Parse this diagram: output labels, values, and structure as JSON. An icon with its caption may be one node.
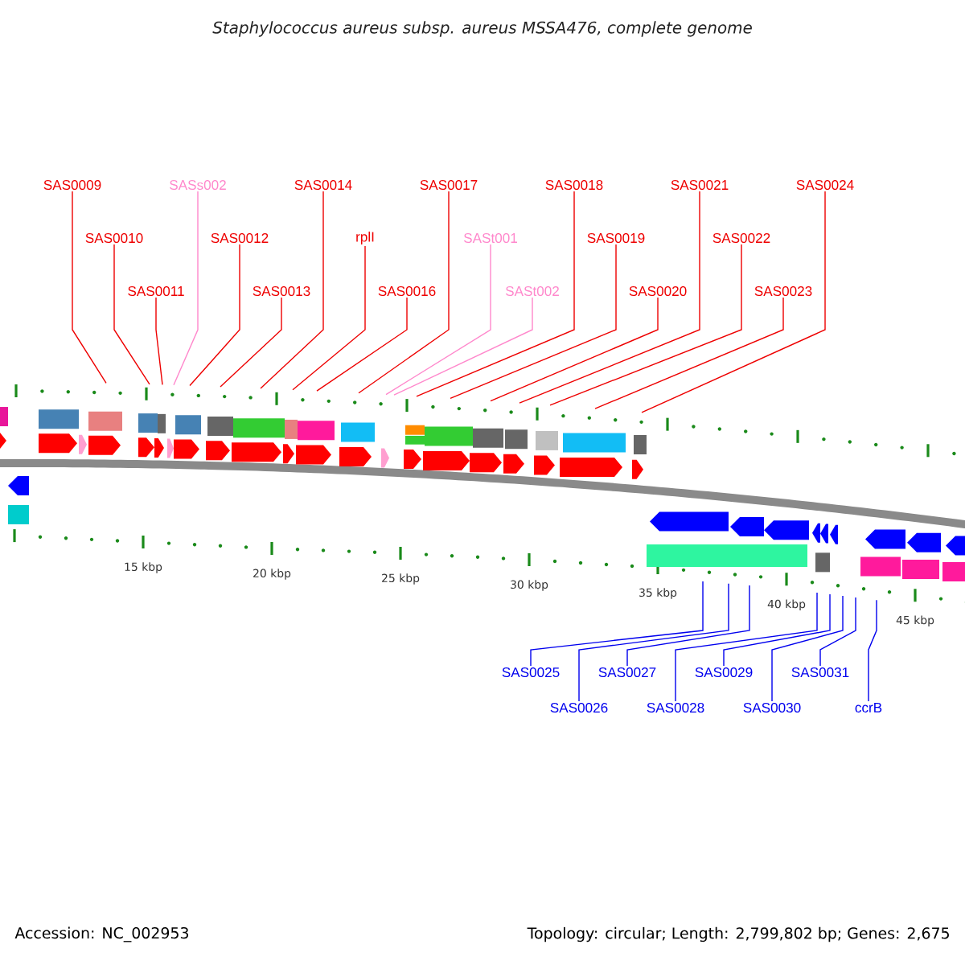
{
  "diagram": {
    "title": "Staphylococcus aureus subsp. aureus MSSA476, complete genome",
    "nodes": [
      {
        "text": [
          "SAS0009"
        ]
      },
      {
        "text": [
          "SAS0010"
        ]
      },
      {
        "text": [
          "SAS0011"
        ]
      },
      {
        "text": [
          "SASs002"
        ]
      },
      {
        "text": [
          "SAS0012"
        ]
      },
      {
        "text": [
          "SAS0013"
        ]
      },
      {
        "text": [
          "SAS0014"
        ]
      },
      {
        "text": [
          "rplI"
        ]
      },
      {
        "text": [
          "SAS0016"
        ]
      },
      {
        "text": [
          "SAS0017"
        ]
      },
      {
        "text": [
          "SASt001"
        ]
      },
      {
        "text": [
          "SASt002"
        ]
      },
      {
        "text": [
          "SAS0018"
        ]
      },
      {
        "text": [
          "SAS0019"
        ]
      },
      {
        "text": [
          "SAS0020"
        ]
      },
      {
        "text": [
          "SAS0021"
        ]
      },
      {
        "text": [
          "SAS0022"
        ]
      },
      {
        "text": [
          "SAS0023"
        ]
      },
      {
        "text": [
          "SAS0024"
        ]
      },
      {
        "text": [
          "SAS0025"
        ]
      },
      {
        "text": [
          "SAS0026"
        ]
      },
      {
        "text": [
          "SAS0027"
        ]
      },
      {
        "text": [
          "SAS0028"
        ]
      },
      {
        "text": [
          "SAS0029"
        ]
      },
      {
        "text": [
          "SAS0030"
        ]
      },
      {
        "text": [
          "SAS0031"
        ]
      },
      {
        "text": [
          "ccrB"
        ]
      }
    ],
    "edges": [
      {
        "from": 0,
        "to": null,
        "arrow": "none"
      },
      {
        "from": 1,
        "to": null,
        "arrow": "none"
      },
      {
        "from": 2,
        "to": null,
        "arrow": "none"
      },
      {
        "from": 3,
        "to": null,
        "arrow": "none",
        "color": "#ff88cc"
      },
      {
        "from": 4,
        "to": null,
        "arrow": "none"
      },
      {
        "from": 5,
        "to": null,
        "arrow": "none"
      },
      {
        "from": 6,
        "to": null,
        "arrow": "none"
      },
      {
        "from": 7,
        "to": null,
        "arrow": "none"
      },
      {
        "from": 8,
        "to": null,
        "arrow": "none"
      },
      {
        "from": 9,
        "to": null,
        "arrow": "none"
      },
      {
        "from": 10,
        "to": null,
        "arrow": "none",
        "color": "#ff88cc"
      },
      {
        "from": 11,
        "to": null,
        "arrow": "none",
        "color": "#ff88cc"
      },
      {
        "from": 12,
        "to": null,
        "arrow": "none"
      },
      {
        "from": 13,
        "to": null,
        "arrow": "none"
      },
      {
        "from": 14,
        "to": null,
        "arrow": "none"
      },
      {
        "from": 15,
        "to": null,
        "arrow": "none"
      },
      {
        "from": 16,
        "to": null,
        "arrow": "none"
      },
      {
        "from": 17,
        "to": null,
        "arrow": "none"
      },
      {
        "from": 18,
        "to": null,
        "arrow": "none"
      },
      {
        "from": 19,
        "to": null,
        "arrow": "none",
        "color": "#0000ee"
      },
      {
        "from": 20,
        "to": null,
        "arrow": "none",
        "color": "#0000ee"
      },
      {
        "from": 21,
        "to": null,
        "arrow": "none",
        "color": "#0000ee"
      },
      {
        "from": 22,
        "to": null,
        "arrow": "none",
        "color": "#0000ee"
      },
      {
        "from": 23,
        "to": null,
        "arrow": "none",
        "color": "#0000ee"
      },
      {
        "from": 24,
        "to": null,
        "arrow": "none",
        "color": "#0000ee"
      },
      {
        "from": 25,
        "to": null,
        "arrow": "none",
        "color": "#0000ee"
      },
      {
        "from": 26,
        "to": null,
        "arrow": "none",
        "color": "#0000ee"
      }
    ],
    "labels": [
      "15 kbp",
      "20 kbp",
      "25 kbp",
      "30 kbp",
      "35 kbp",
      "40 kbp",
      "45 kbp",
      "Accession: NC_002953",
      "Topology: circular; Length: 2,799,802 bp; Genes: 2,675"
    ]
  }
}
